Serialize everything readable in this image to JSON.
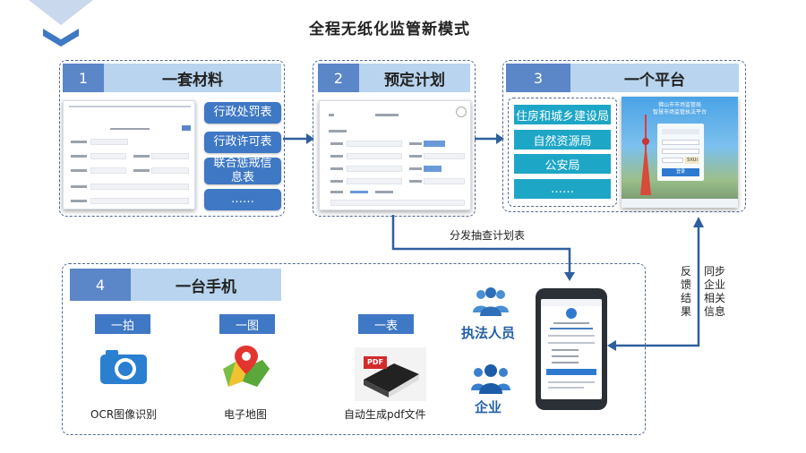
{
  "title": "全程无纸化监管新模式",
  "step1": {
    "num": "1",
    "title": "一套材料",
    "items": [
      "行政处罚表",
      "行政许可表",
      "联合惩戒信息表",
      "……"
    ]
  },
  "step2": {
    "num": "2",
    "title": "预定计划"
  },
  "step3": {
    "num": "3",
    "title": "一个平台",
    "depts": [
      "住房和城乡建设局",
      "自然资源局",
      "公安局",
      "……"
    ],
    "login_title": "佛山市市场监管局\n智慧市场监管执法平台",
    "login_btn": "登录",
    "captcha": "5XUi"
  },
  "step4": {
    "num": "4",
    "title": "一台手机",
    "tags": [
      "一拍",
      "一图",
      "一表"
    ],
    "captions": [
      "OCR图像识别",
      "电子地图",
      "自动生成pdf文件"
    ],
    "pdf_label": "PDF"
  },
  "arrow_label": "分发抽查计划表",
  "feedback": "反馈结果",
  "sync": "同步企业相关信息",
  "roles": [
    "执法人员",
    "企业"
  ],
  "colors": {
    "accent": "#3f78c4",
    "header": "#b8d4ee",
    "number": "#5b86c8",
    "teal": "#1ea6c6",
    "connector": "#2f5f9e"
  },
  "icons": [
    "chevron-down-icon",
    "camera-icon",
    "map-pin-icon",
    "pdf-book-icon",
    "people-group-icon",
    "user-group-icon",
    "smartphone-icon",
    "arrow-icon"
  ]
}
